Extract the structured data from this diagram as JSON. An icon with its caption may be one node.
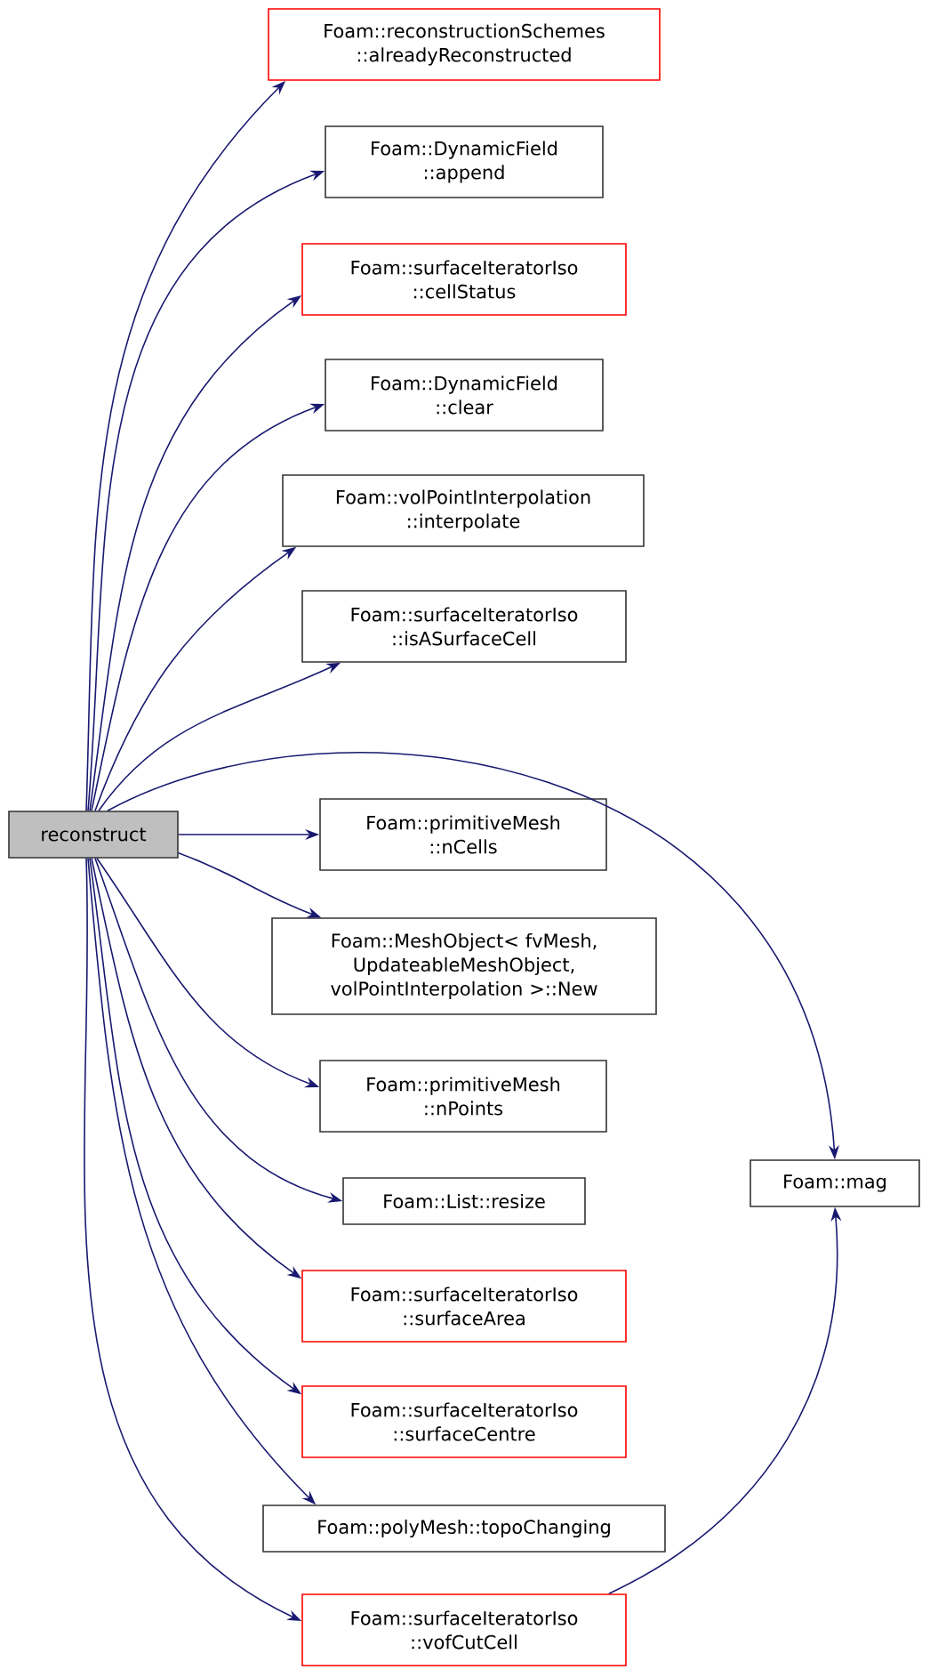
{
  "diagram": {
    "nodes": [
      {
        "text": [
          "reconstruct"
        ]
      },
      {
        "text": [
          "Foam::reconstructionSchemes ::alreadyReconstructed"
        ]
      },
      {
        "text": [
          "Foam::DynamicField ::append"
        ]
      },
      {
        "text": [
          "Foam::surfaceIteratorIso ::cellStatus"
        ]
      },
      {
        "text": [
          "Foam::DynamicField ::clear"
        ]
      },
      {
        "text": [
          "Foam::volPointInterpolation ::interpolate"
        ]
      },
      {
        "text": [
          "Foam::surfaceIteratorIso ::isASurfaceCell"
        ]
      },
      {
        "text": [
          "Foam::primitiveMesh ::nCells"
        ]
      },
      {
        "text": [
          "Foam::MeshObject< fvMesh, UpdateableMeshObject, volPointInterpolation >::New"
        ]
      },
      {
        "text": [
          "Foam::primitiveMesh ::nPoints"
        ]
      },
      {
        "text": [
          "Foam::List::resize"
        ]
      },
      {
        "text": [
          "Foam::surfaceIteratorIso ::surfaceArea"
        ]
      },
      {
        "text": [
          "Foam::surfaceIteratorIso ::surfaceCentre"
        ]
      },
      {
        "text": [
          "Foam::polyMesh::topoChanging"
        ]
      },
      {
        "text": [
          "Foam::surfaceIteratorIso ::vofCutCell"
        ]
      },
      {
        "text": [
          "Foam::mag"
        ]
      }
    ],
    "edges": [
      {
        "from": 0,
        "to": 1,
        "arrow": "to"
      },
      {
        "from": 0,
        "to": 2,
        "arrow": "to"
      },
      {
        "from": 0,
        "to": 3,
        "arrow": "to"
      },
      {
        "from": 0,
        "to": 4,
        "arrow": "to"
      },
      {
        "from": 0,
        "to": 5,
        "arrow": "to"
      },
      {
        "from": 0,
        "to": 6,
        "arrow": "to"
      },
      {
        "from": 0,
        "to": 15,
        "arrow": "to"
      },
      {
        "from": 0,
        "to": 7,
        "arrow": "to"
      },
      {
        "from": 0,
        "to": 8,
        "arrow": "to"
      },
      {
        "from": 0,
        "to": 9,
        "arrow": "to"
      },
      {
        "from": 0,
        "to": 10,
        "arrow": "to"
      },
      {
        "from": 0,
        "to": 11,
        "arrow": "to"
      },
      {
        "from": 0,
        "to": 12,
        "arrow": "to"
      },
      {
        "from": 0,
        "to": 13,
        "arrow": "to"
      },
      {
        "from": 0,
        "to": 14,
        "arrow": "to"
      },
      {
        "from": 14,
        "to": 15,
        "arrow": "to"
      }
    ]
  }
}
